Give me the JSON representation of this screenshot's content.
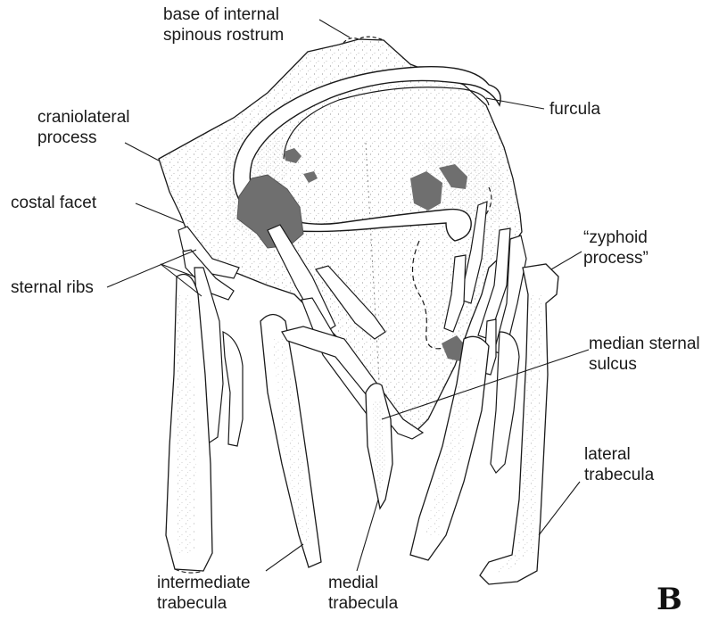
{
  "figure": {
    "panel_letter": "B",
    "labels": {
      "base_internal_spinous_rostrum": "base of internal\nspinous rostrum",
      "furcula": "furcula",
      "craniolateral_process": "craniolateral\nprocess",
      "costal_facet": "costal facet",
      "sternal_ribs": "sternal ribs",
      "zyphoid_process": "“zyphoid\nprocess”",
      "median_sternal_sulcus": "median sternal\nsulcus",
      "lateral_trabecula": "lateral\ntrabecula",
      "intermediate_trabecula": "intermediate\ntrabecula",
      "medial_trabecula": "medial\ntrabecula"
    },
    "colors": {
      "ink": "#1a1a1a",
      "stipple": "#9a9a9a",
      "damage_patch": "#6f6f6f"
    }
  }
}
